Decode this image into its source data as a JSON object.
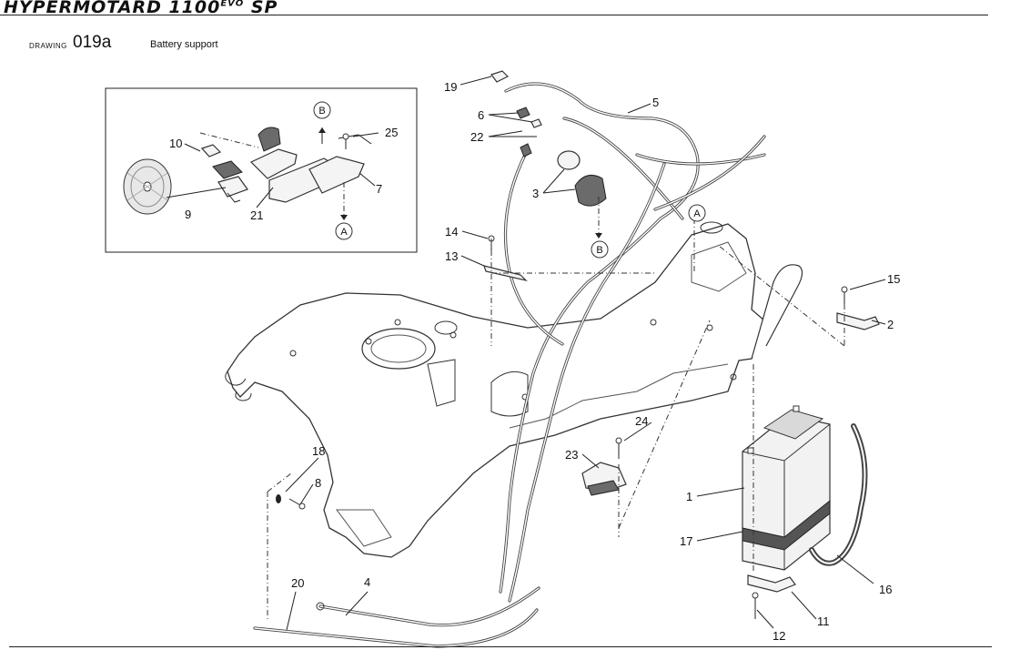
{
  "header": {
    "brand_title": "HYPERMOTARD 1100",
    "brand_suffix": "EVO",
    "brand_model": "SP",
    "drawing_label": "DRAWING",
    "drawing_code": "019a",
    "drawing_title": "Battery support"
  },
  "callouts": {
    "c1": "1",
    "c2": "2",
    "c3": "3",
    "c4": "4",
    "c5": "5",
    "c6": "6",
    "c7": "7",
    "c8": "8",
    "c9": "9",
    "c10": "10",
    "c11": "11",
    "c12": "12",
    "c13": "13",
    "c14": "14",
    "c15": "15",
    "c16": "16",
    "c17": "17",
    "c18": "18",
    "c19": "19",
    "c20": "20",
    "c21": "21",
    "c22": "22",
    "c23": "23",
    "c24": "24",
    "c25": "25"
  },
  "refs": {
    "a": "A",
    "b": "B"
  }
}
